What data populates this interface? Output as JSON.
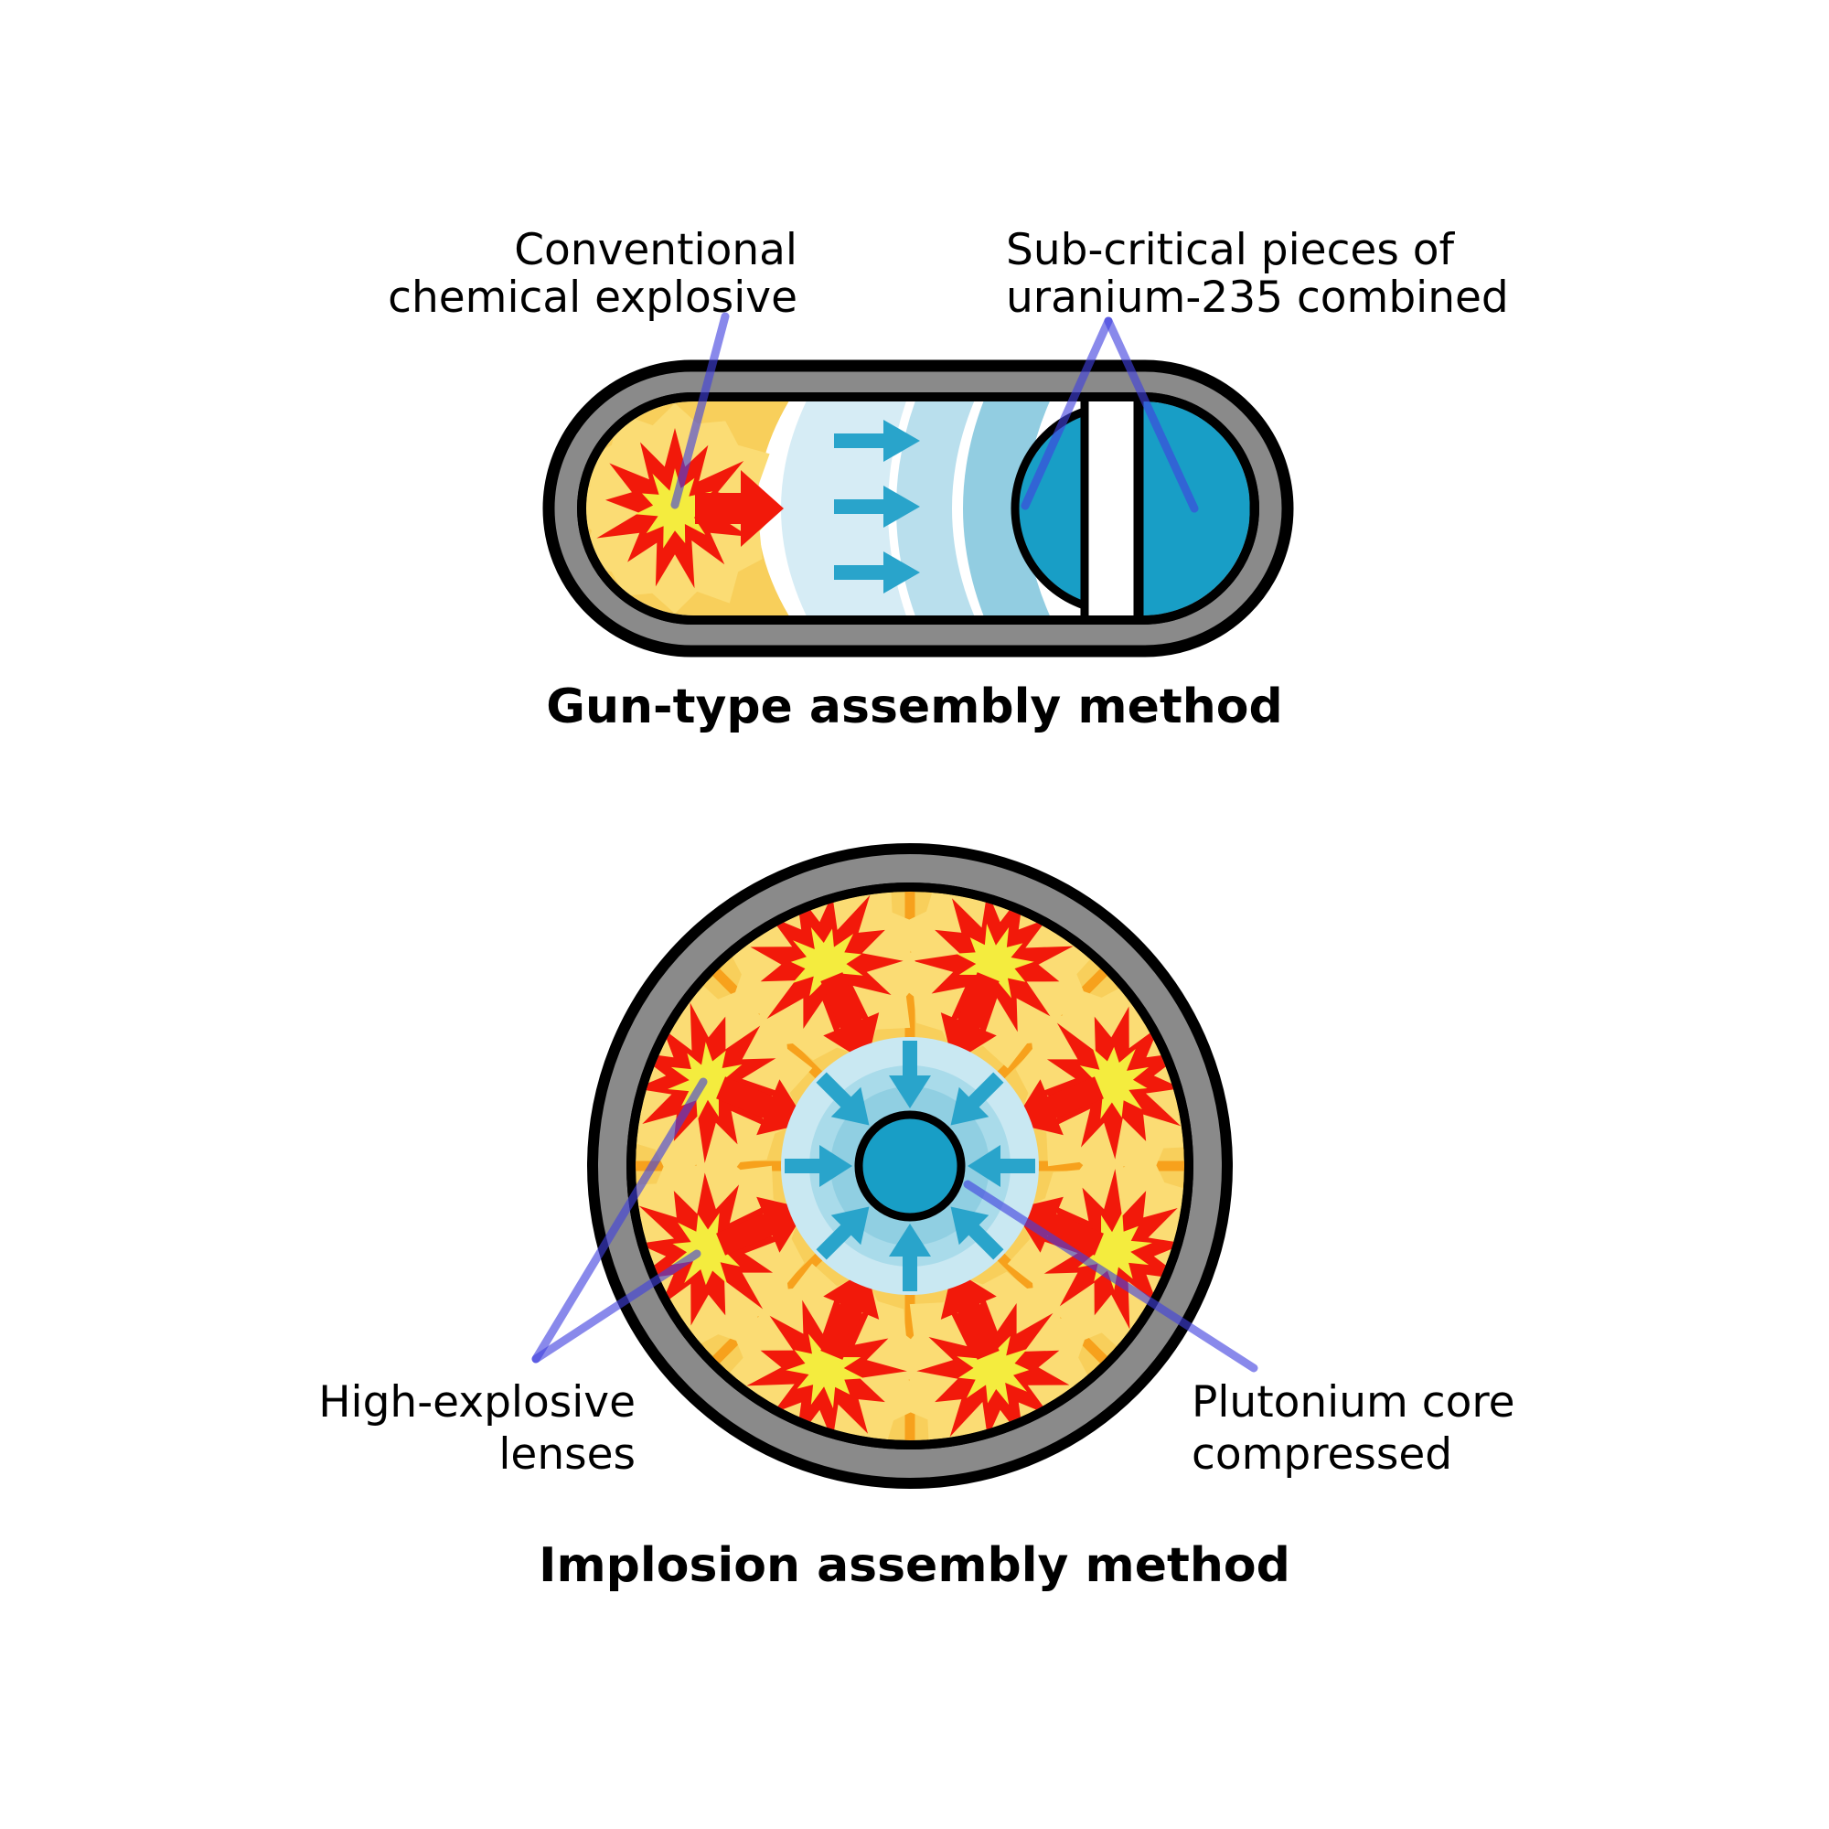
{
  "diagram": {
    "gun": {
      "explosive_label": [
        "Conventional",
        "chemical explosive"
      ],
      "uranium_label": [
        "Sub-critical pieces of",
        "uranium-235 combined"
      ],
      "caption": "Gun-type assembly method"
    },
    "implosion": {
      "lenses_label": [
        "High-explosive",
        "lenses"
      ],
      "core_label": [
        "Plutonium core",
        "compressed"
      ],
      "caption": "Implosion assembly method"
    },
    "colors": {
      "casing_gray": "#8A8A8A",
      "outline_black": "#000000",
      "explosive_yellow": "#F8CF5B",
      "explosion_halo_yellow": "#FBDC74",
      "explosion_red": "#F2190A",
      "explosion_core_yellow": "#F4EC3E",
      "spoke_orange": "#F7A11C",
      "uranium_teal": "#189EC6",
      "shockwave_blue_1": "#D6ECF5",
      "shockwave_blue_2": "#B9DFED",
      "shockwave_blue_3": "#92CDE1",
      "compression_blue_1": "#C9E8F2",
      "compression_blue_2": "#A9DBEA",
      "compression_blue_3": "#90CFE2",
      "arrow_cyan": "#29A4CB",
      "leader_blue": "#4040DF"
    }
  }
}
